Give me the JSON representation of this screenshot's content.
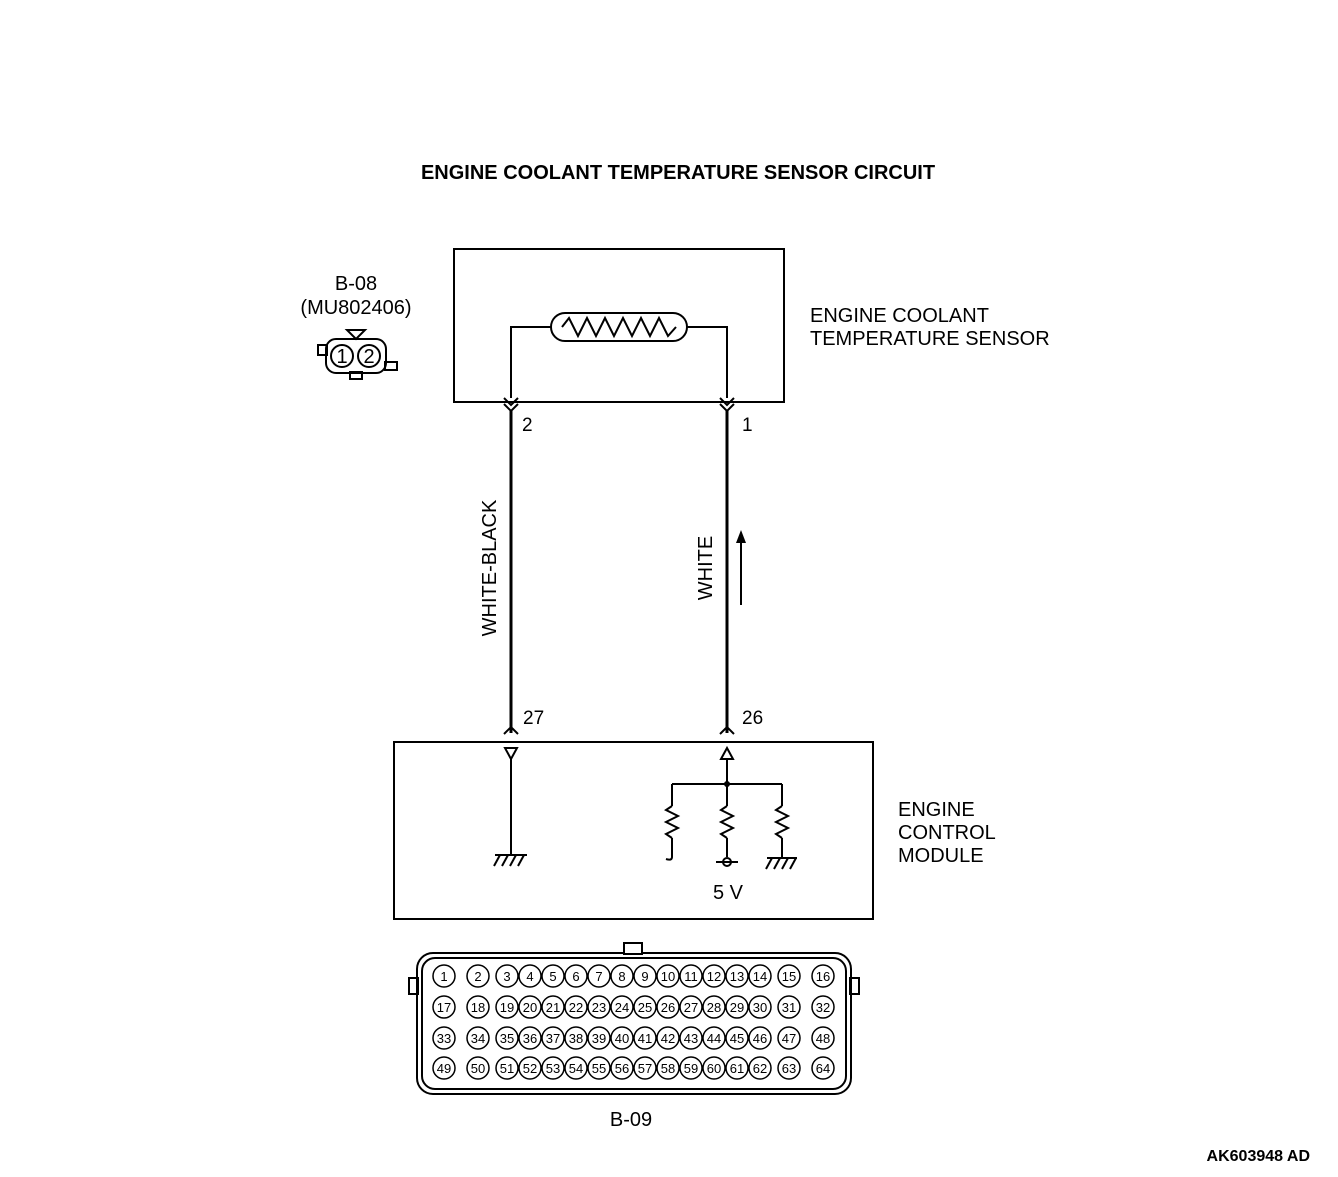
{
  "title": "ENGINE COOLANT TEMPERATURE SENSOR CIRCUIT",
  "sensor": {
    "connector_id": "B-08",
    "connector_part": "(MU802406)",
    "name_line1": "ENGINE COOLANT",
    "name_line2": "TEMPERATURE SENSOR",
    "pins": [
      "1",
      "2"
    ],
    "pin_left": "2",
    "pin_right": "1"
  },
  "wires": {
    "left_color": "WHITE-BLACK",
    "right_color": "WHITE"
  },
  "ecm": {
    "name_line1": "ENGINE",
    "name_line2": "CONTROL",
    "name_line3": "MODULE",
    "pin_left": "27",
    "pin_right": "26",
    "supply": "5 V",
    "connector_id": "B-09",
    "connector_pins": [
      [
        "1",
        "2",
        "3",
        "4",
        "5",
        "6",
        "7",
        "8",
        "9",
        "10",
        "11",
        "12",
        "13",
        "14",
        "15",
        "16"
      ],
      [
        "17",
        "18",
        "19",
        "20",
        "21",
        "22",
        "23",
        "24",
        "25",
        "26",
        "27",
        "28",
        "29",
        "30",
        "31",
        "32"
      ],
      [
        "33",
        "34",
        "35",
        "36",
        "37",
        "38",
        "39",
        "40",
        "41",
        "42",
        "43",
        "44",
        "45",
        "46",
        "47",
        "48"
      ],
      [
        "49",
        "50",
        "51",
        "52",
        "53",
        "54",
        "55",
        "56",
        "57",
        "58",
        "59",
        "60",
        "61",
        "62",
        "63",
        "64"
      ]
    ]
  },
  "figure_code": "AK603948 AD"
}
